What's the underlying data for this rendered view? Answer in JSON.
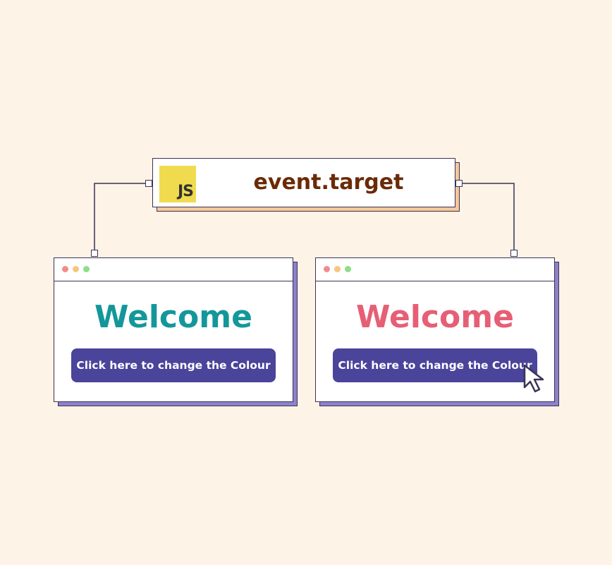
{
  "header": {
    "logo_text": "JS",
    "title": "event.target",
    "logo_color": "#f0db4f",
    "title_color": "#6b2a06"
  },
  "left_window": {
    "heading": "Welcome",
    "heading_color": "#13979a",
    "button_label": "Click here to change the Colour"
  },
  "right_window": {
    "heading": "Welcome",
    "heading_color": "#e65f75",
    "button_label": "Click here to change the Colour"
  },
  "colors": {
    "background": "#fdf3e6",
    "button": "#4a449a",
    "outline": "#3a3357",
    "window_shadow": "#8d82c9",
    "header_shadow": "#f5c89a"
  },
  "icons": [
    "javascript-logo-icon",
    "mouse-pointer-icon"
  ]
}
